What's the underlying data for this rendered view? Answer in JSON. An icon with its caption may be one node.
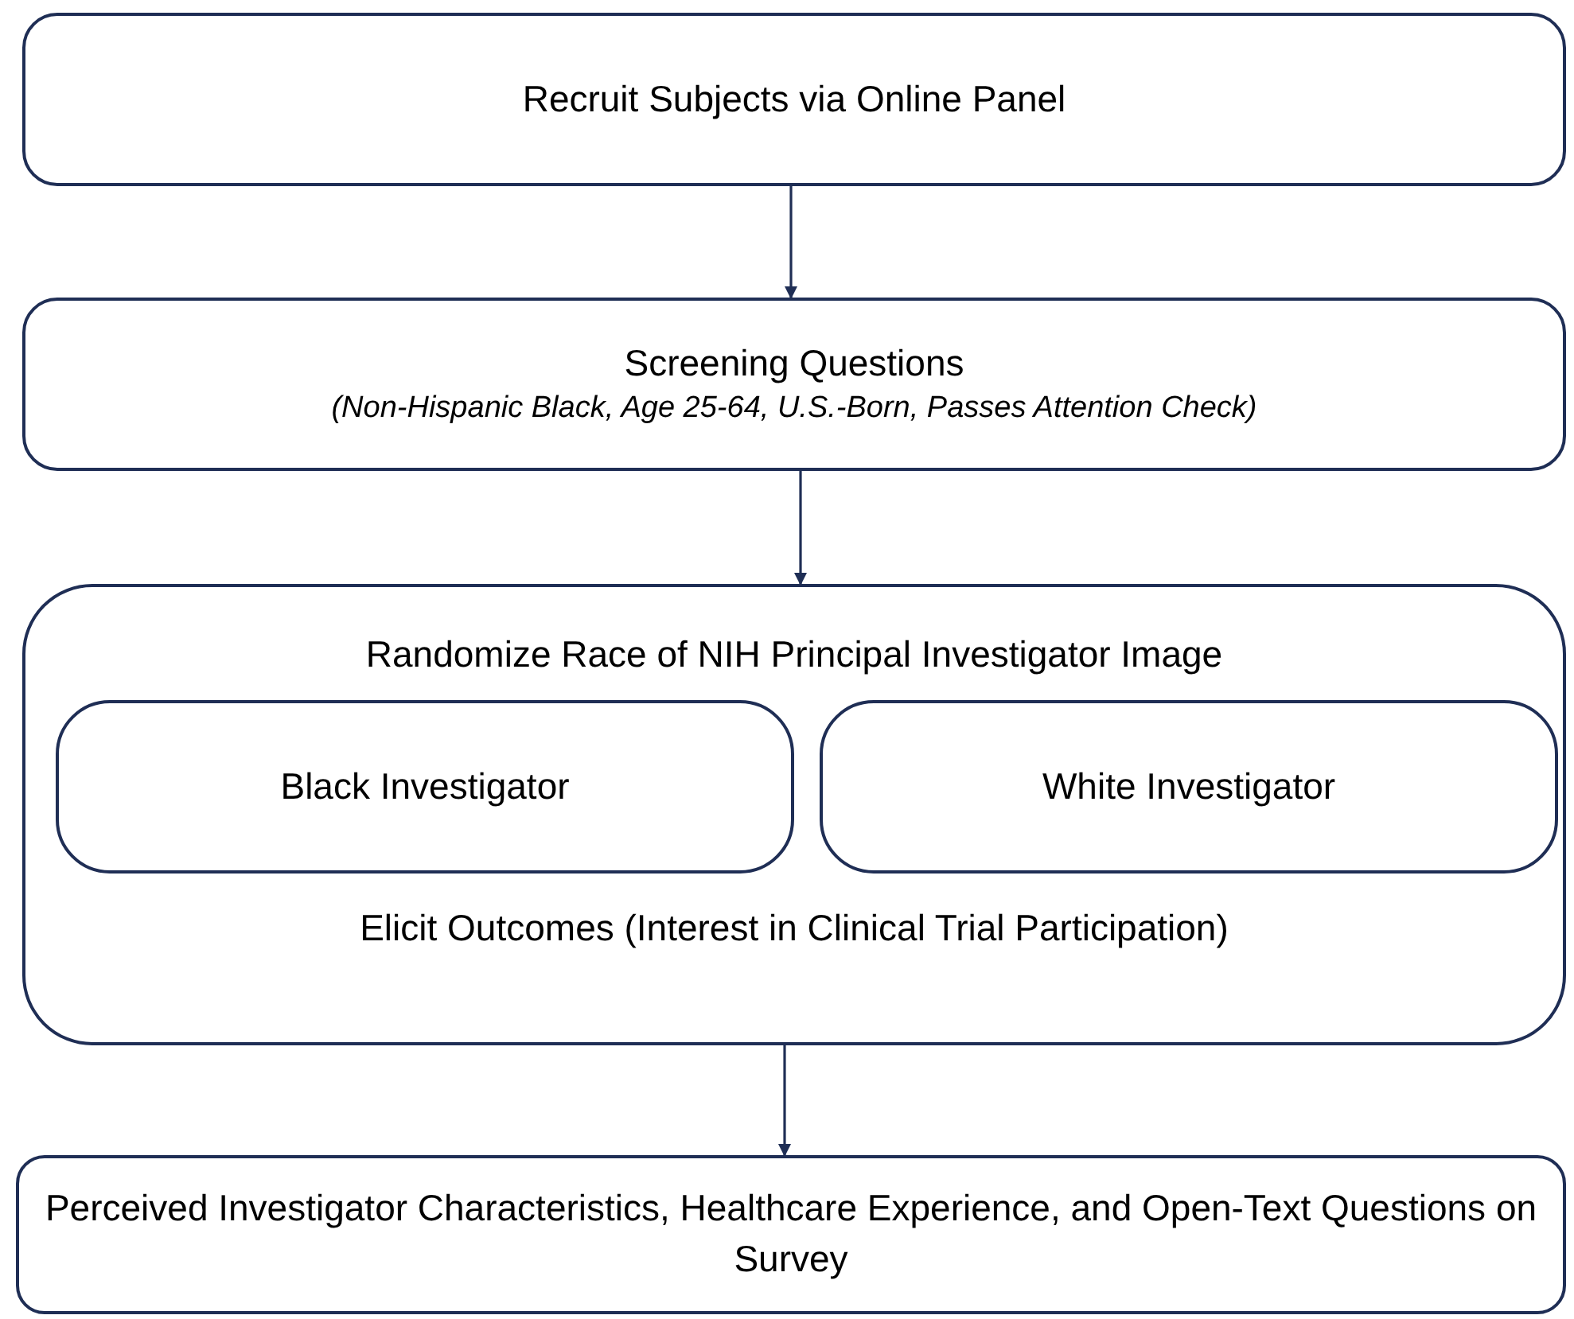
{
  "diagram": {
    "nodes": [
      {
        "text": [
          "Recruit Subjects via Online Panel"
        ]
      },
      {
        "text": [
          "Screening Questions",
          "(Non-Hispanic Black, Age 25-64, U.S.-Born, Passes Attention Check)"
        ]
      },
      {
        "text": [
          "Randomize Race of NIH Principal Investigator Image",
          "Elicit Outcomes (Interest in Clinical Trial Participation)"
        ]
      },
      {
        "text": [
          "Black Investigator"
        ],
        "in": 2
      },
      {
        "text": [
          "White Investigator"
        ],
        "in": 2
      },
      {
        "text": [
          "Perceived Investigator Characteristics, Healthcare Experience, and Open-Text Questions on Survey"
        ]
      }
    ],
    "edges": [
      {
        "from": 0,
        "to": 1,
        "arrow": "to"
      },
      {
        "from": 1,
        "to": 2,
        "arrow": "to"
      },
      {
        "from": 2,
        "to": 5,
        "arrow": "to"
      }
    ]
  }
}
